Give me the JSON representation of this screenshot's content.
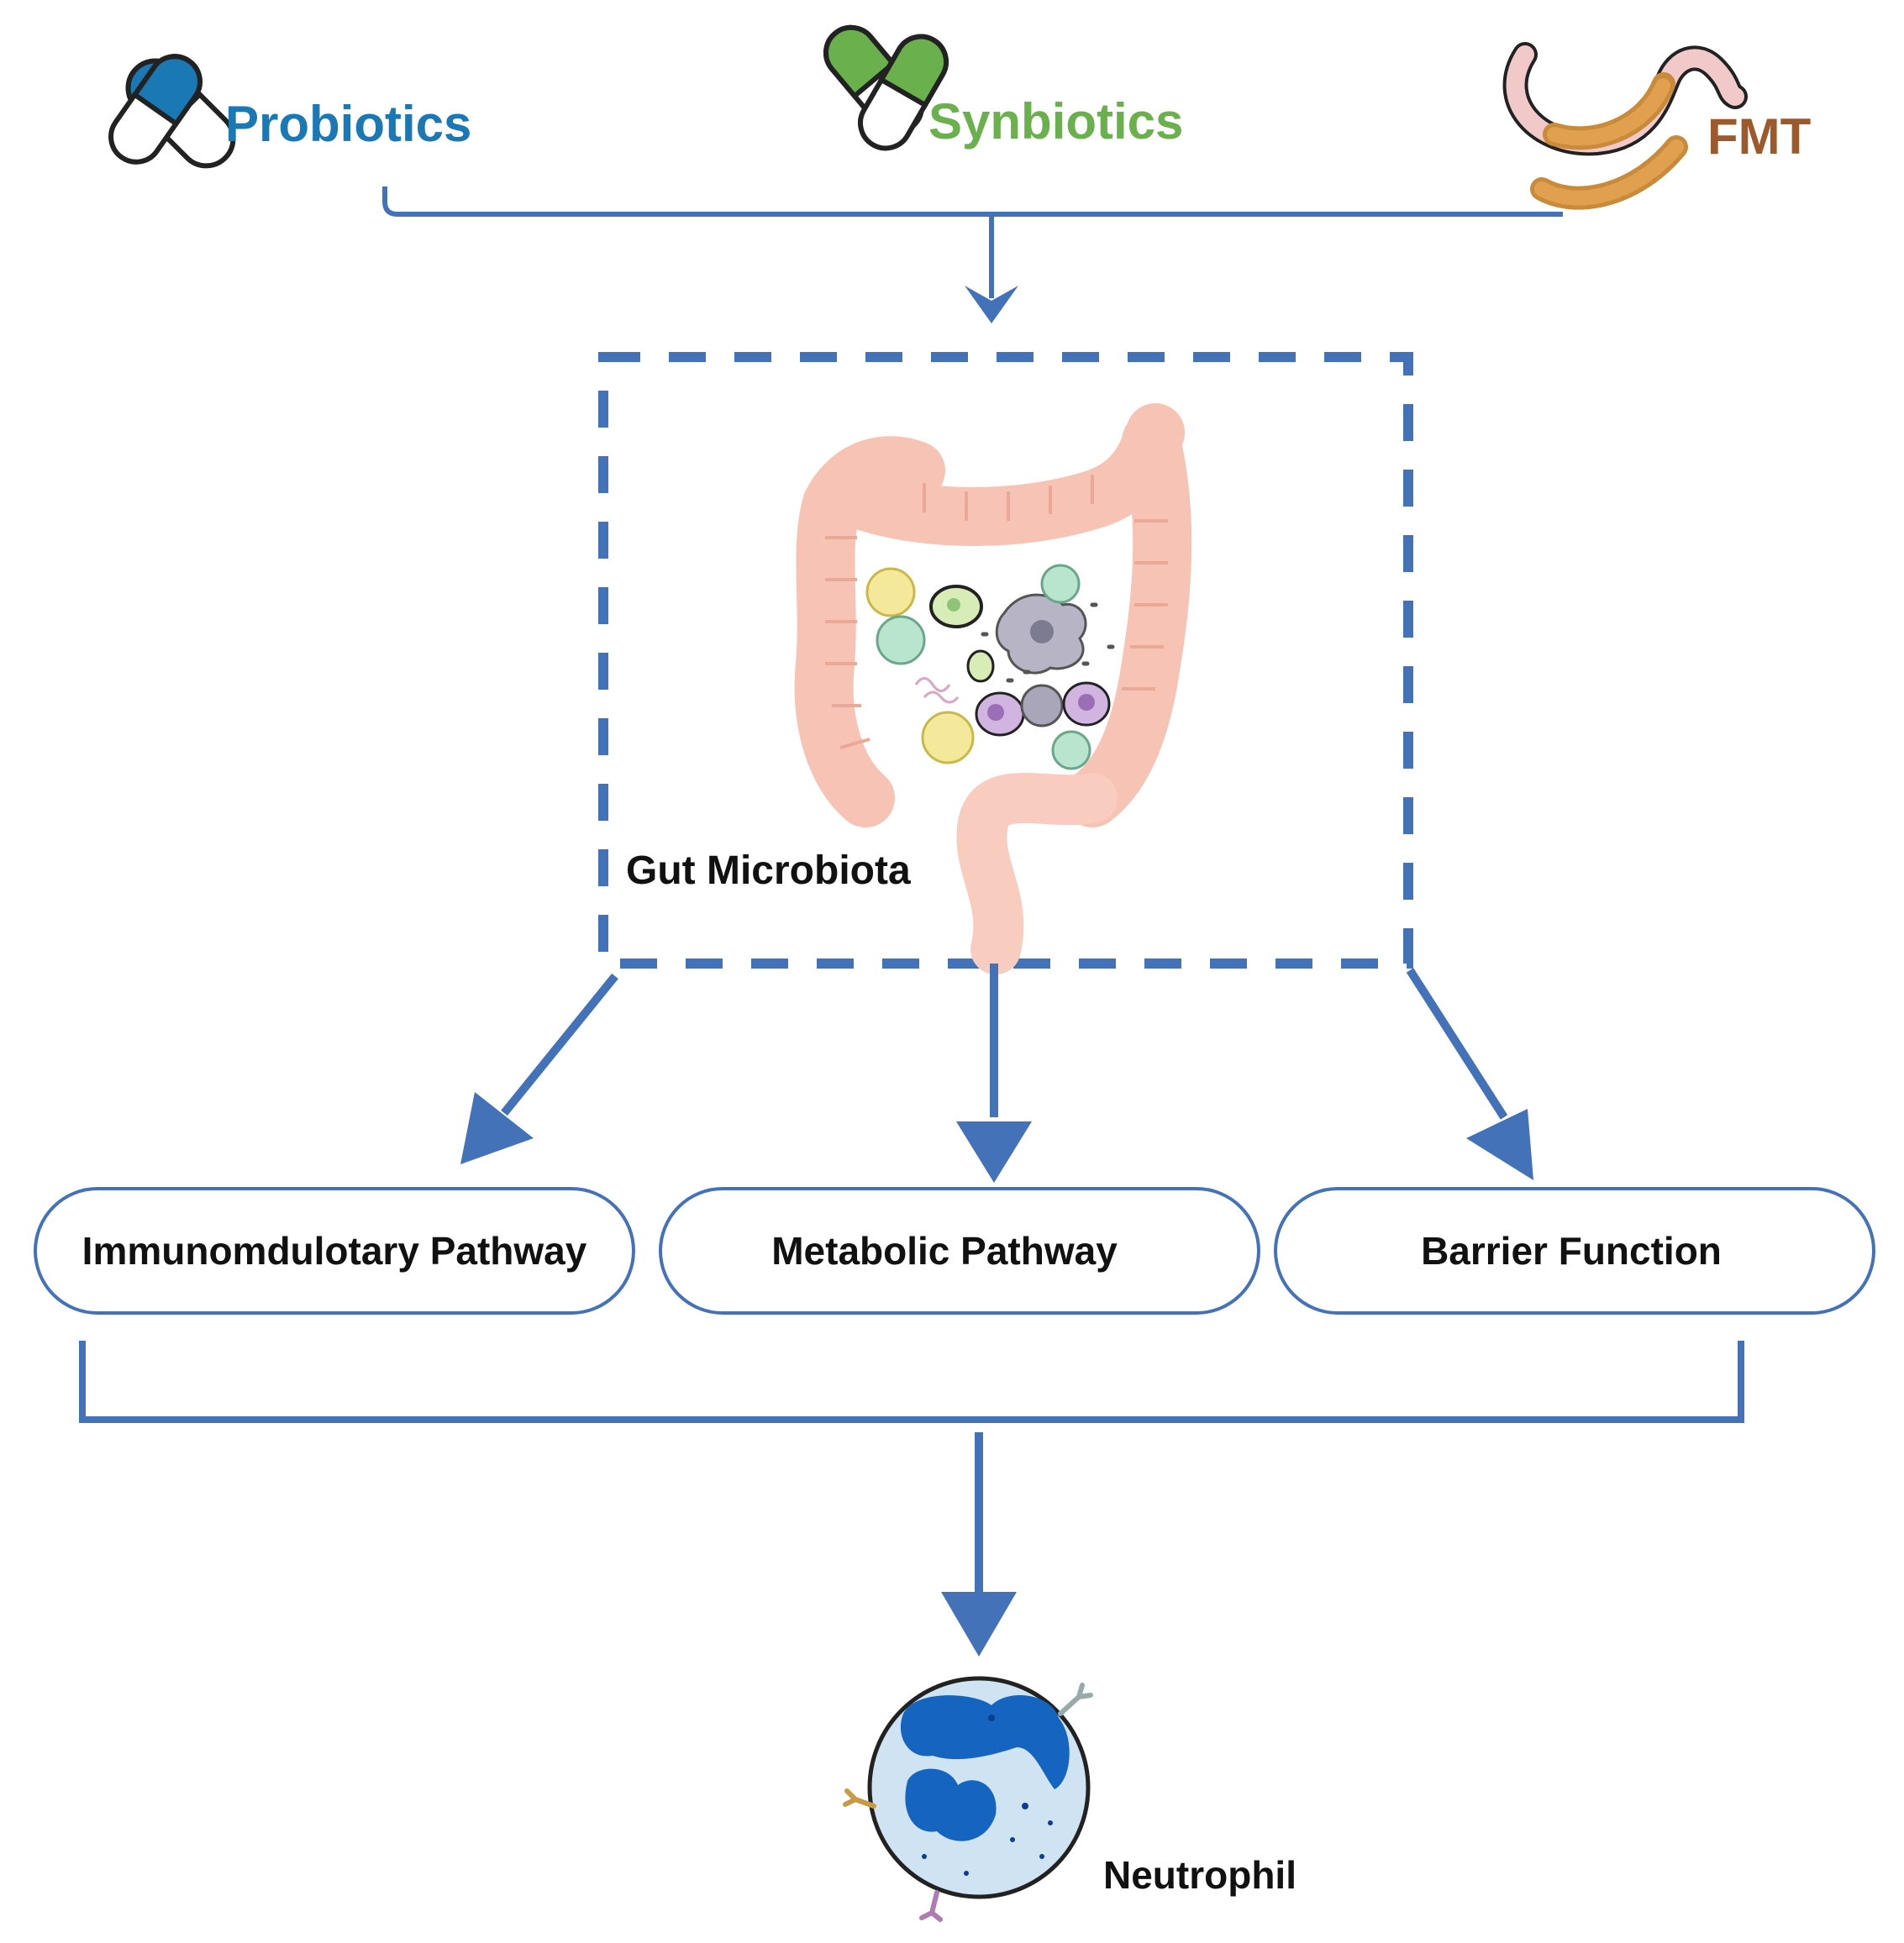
{
  "sources": {
    "probiotics": {
      "label": "Probiotics",
      "color": "#1a78b4"
    },
    "synbiotics": {
      "label": "Synbiotics",
      "color": "#6ab04c"
    },
    "fmt": {
      "label": "FMT",
      "color": "#9c5a2c"
    }
  },
  "center": {
    "label": "Gut Microbiota"
  },
  "pathways": [
    {
      "label": "Immunomdulotary Pathway"
    },
    {
      "label": "Metabolic Pathway"
    },
    {
      "label": "Barrier Function"
    }
  ],
  "target": {
    "label": "Neutrophil"
  },
  "colors": {
    "arrow": "#4472b8",
    "box_dash": "#4472b8",
    "pill_border": "#4472b8",
    "gut": "#f6c3b4",
    "neutrophil_body": "#cfe3f3",
    "neutrophil_nucleus": "#1565c0"
  }
}
